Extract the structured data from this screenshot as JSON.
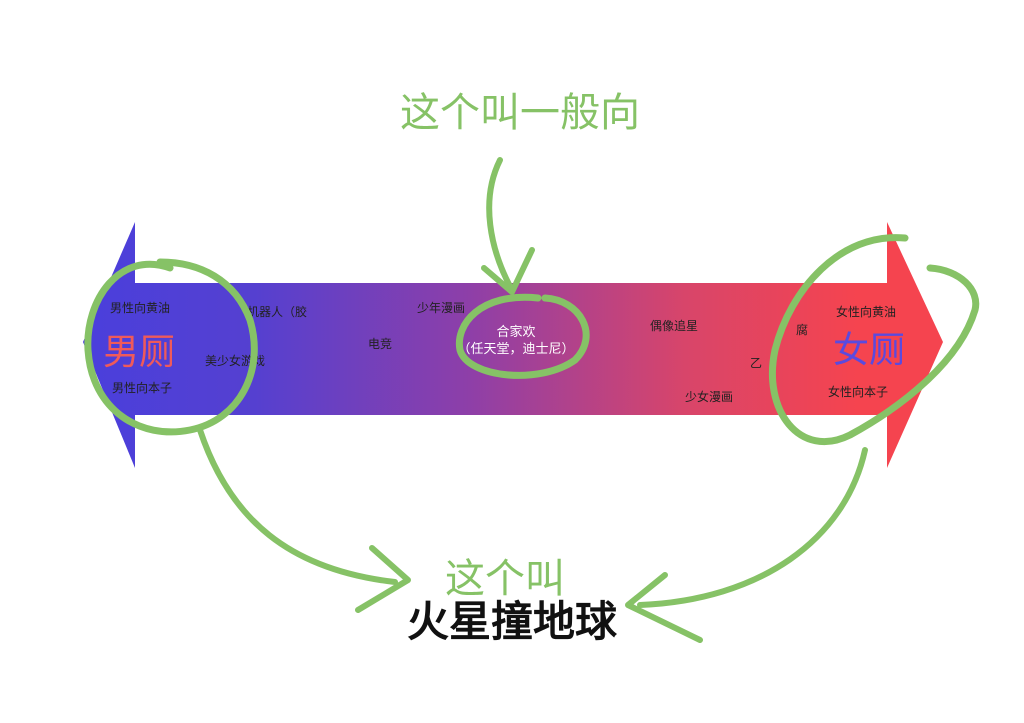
{
  "title": "这个叫一般向",
  "bottom_caption": {
    "line1": "这个叫",
    "line2": "火星撞地球"
  },
  "left_end": {
    "label": "男厕",
    "top": "男性向黄油",
    "bottom": "男性向本子"
  },
  "right_end": {
    "label": "女厕",
    "top": "女性向黄油",
    "bottom": "女性向本子"
  },
  "spectrum_items": {
    "robot": "机器人（胶",
    "galgame": "美少女游戏",
    "esports": "电竞",
    "shonen": "少年漫画",
    "family_line1": "合家欢",
    "family_line2": "（任天堂，迪士尼）",
    "idol": "偶像追星",
    "otome": "乙",
    "fujo": "腐",
    "shojo": "少女漫画"
  },
  "colors": {
    "left": "#4a3fdc",
    "mid": "#8e3fa8",
    "right": "#f5444f",
    "annotation": "#86c266"
  }
}
